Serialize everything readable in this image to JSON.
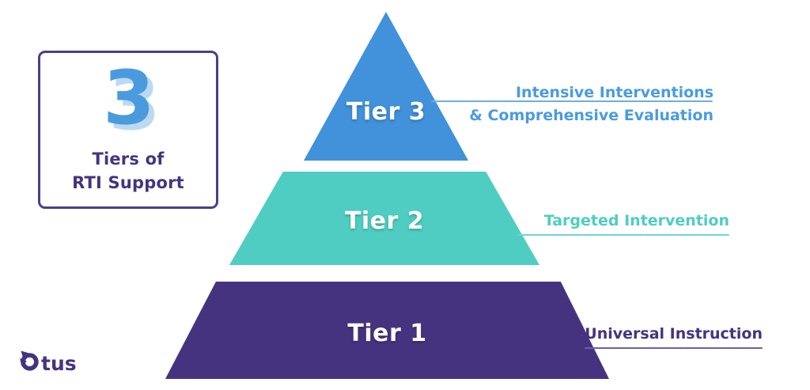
{
  "card": {
    "number": "3",
    "line1": "Tiers of",
    "line2": "RTI Support"
  },
  "pyramid": {
    "tiers": [
      {
        "id": "tier-3",
        "label": "Tier 3",
        "shape": "triangle",
        "color": "#4191DB",
        "side_label_line1": "Intensive Interventions",
        "side_label_line2": "& Comprehensive Evaluation"
      },
      {
        "id": "tier-2",
        "label": "Tier 2",
        "shape": "trapezoid",
        "color": "#4FCDC2",
        "side_label_line1": "Targeted Intervention",
        "side_label_line2": ""
      },
      {
        "id": "tier-1",
        "label": "Tier 1",
        "shape": "trapezoid",
        "color": "#46337F",
        "side_label_line1": "Universal Instruction",
        "side_label_line2": ""
      }
    ]
  },
  "logo": {
    "text": "Otus",
    "color": "#46337F"
  },
  "colors": {
    "tier3_blue": "#4191DB",
    "tier2_teal": "#4FCDC2",
    "tier1_purple": "#46337F",
    "card_border": "#4F3C8C",
    "number_blue": "#4A9BDE",
    "number_shadow_blue": "#BBDAF2",
    "background": "#FFFFFF"
  }
}
